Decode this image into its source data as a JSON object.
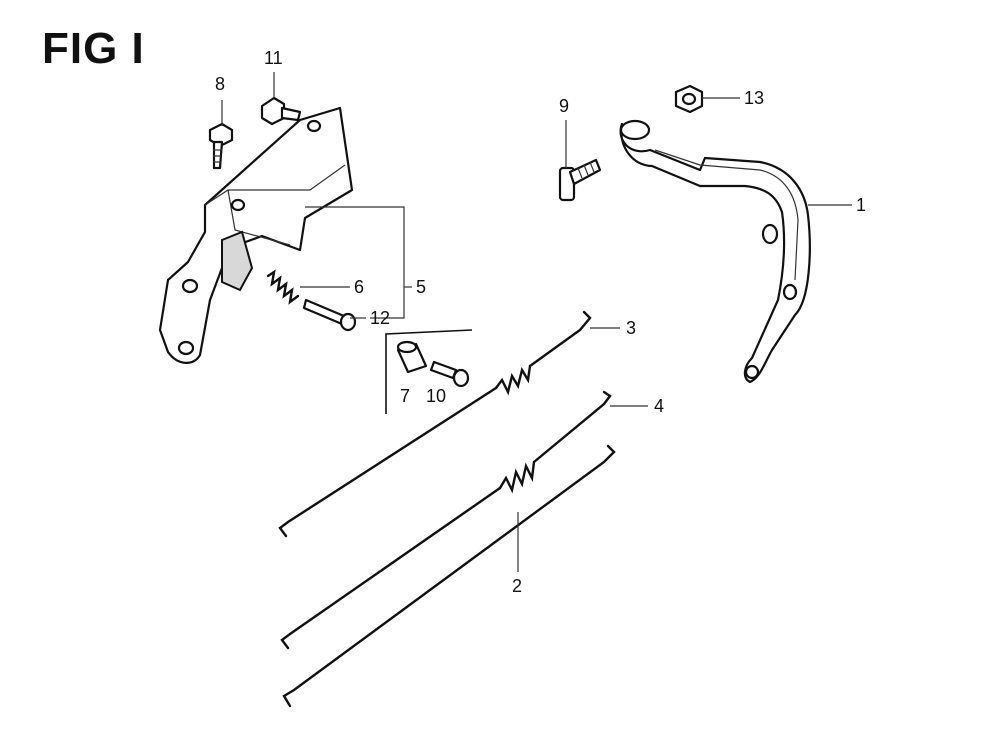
{
  "figure": {
    "title": "FIG I"
  },
  "callouts": [
    {
      "id": "callout-1",
      "label": "1"
    },
    {
      "id": "callout-2",
      "label": "2"
    },
    {
      "id": "callout-3",
      "label": "3"
    },
    {
      "id": "callout-4",
      "label": "4"
    },
    {
      "id": "callout-5",
      "label": "5"
    },
    {
      "id": "callout-6",
      "label": "6"
    },
    {
      "id": "callout-7",
      "label": "7"
    },
    {
      "id": "callout-8",
      "label": "8"
    },
    {
      "id": "callout-9",
      "label": "9"
    },
    {
      "id": "callout-10",
      "label": "10"
    },
    {
      "id": "callout-11",
      "label": "11"
    },
    {
      "id": "callout-12",
      "label": "12"
    },
    {
      "id": "callout-13",
      "label": "13"
    }
  ]
}
